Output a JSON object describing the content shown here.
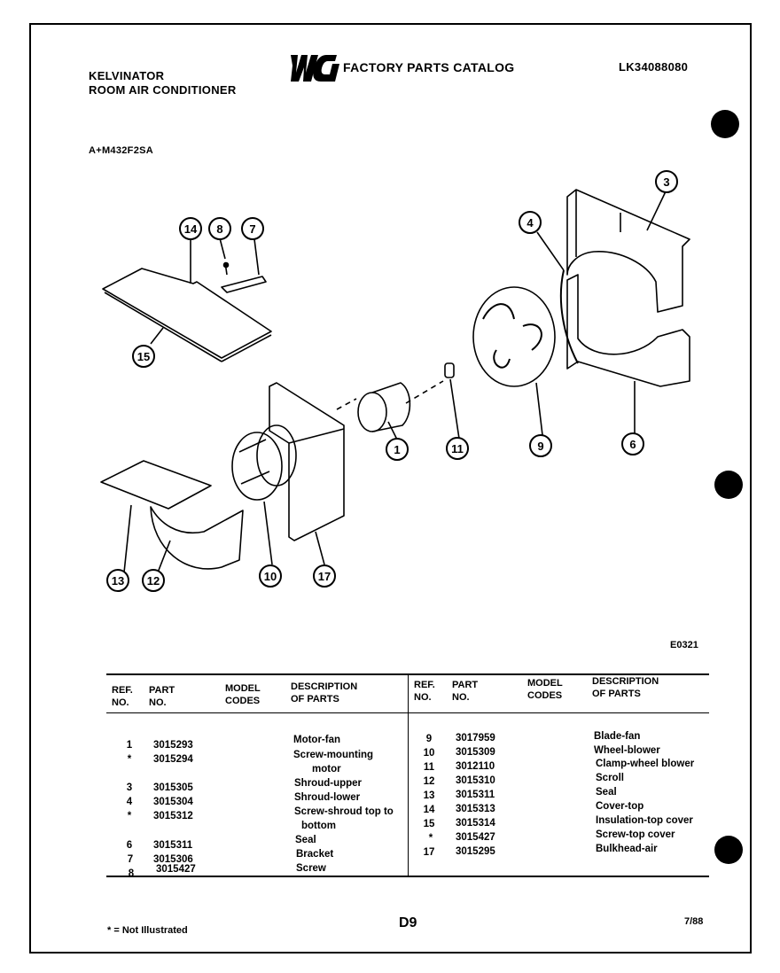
{
  "header": {
    "brand_line1": "KELVINATOR",
    "brand_line2": "ROOM AIR CONDITIONER",
    "catalog_title": "FACTORY PARTS CATALOG",
    "catalog_number": "LK34088080",
    "model_number": "A+M432F2SA"
  },
  "diagram": {
    "callouts": [
      "14",
      "8",
      "7",
      "15",
      "3",
      "4",
      "1",
      "11",
      "9",
      "6",
      "13",
      "12",
      "10",
      "17"
    ],
    "figure_code": "E0321"
  },
  "table": {
    "headers": {
      "ref": "REF.\nNO.",
      "part": "PART\nNO.",
      "model": "MODEL\nCODES",
      "desc": "DESCRIPTION\nOF PARTS"
    },
    "left_rows": [
      {
        "ref": "1",
        "part": "3015293",
        "desc": "Motor-fan"
      },
      {
        "ref": "*",
        "part": "3015294",
        "desc": "Screw-mounting"
      },
      {
        "ref": "",
        "part": "",
        "desc": "motor"
      },
      {
        "ref": "3",
        "part": "3015305",
        "desc": "Shroud-upper"
      },
      {
        "ref": "4",
        "part": "3015304",
        "desc": "Shroud-lower"
      },
      {
        "ref": "*",
        "part": "3015312",
        "desc": "Screw-shroud top to"
      },
      {
        "ref": "",
        "part": "",
        "desc": "bottom"
      },
      {
        "ref": "6",
        "part": "3015311",
        "desc": "Seal"
      },
      {
        "ref": "7",
        "part": "3015306",
        "desc": "Bracket"
      },
      {
        "ref": "8",
        "part": "3015427",
        "desc": "Screw"
      }
    ],
    "right_rows": [
      {
        "ref": "9",
        "part": "3017959",
        "desc": "Blade-fan"
      },
      {
        "ref": "10",
        "part": "3015309",
        "desc": "Wheel-blower"
      },
      {
        "ref": "11",
        "part": "3012110",
        "desc": "Clamp-wheel blower"
      },
      {
        "ref": "12",
        "part": "3015310",
        "desc": "Scroll"
      },
      {
        "ref": "13",
        "part": "3015311",
        "desc": "Seal"
      },
      {
        "ref": "14",
        "part": "3015313",
        "desc": "Cover-top"
      },
      {
        "ref": "15",
        "part": "3015314",
        "desc": "Insulation-top cover"
      },
      {
        "ref": "*",
        "part": "3015427",
        "desc": "Screw-top cover"
      },
      {
        "ref": "17",
        "part": "3015295",
        "desc": "Bulkhead-air"
      }
    ]
  },
  "footer": {
    "note": "* = Not Illustrated",
    "page_code": "D9",
    "date": "7/88"
  }
}
